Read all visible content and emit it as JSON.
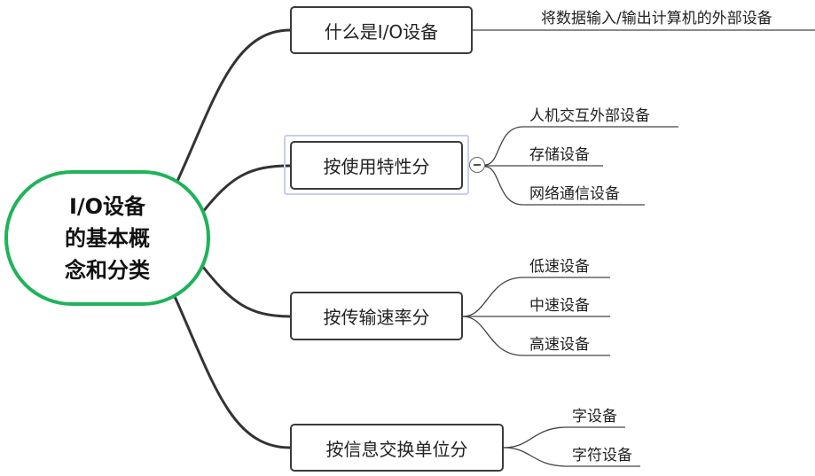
{
  "root": {
    "line1": "I/O设备",
    "line2": "的基本概",
    "line3": "念和分类"
  },
  "branches": [
    {
      "label": "什么是I/O设备",
      "children": [
        "将数据输入/输出计算机的外部设备"
      ]
    },
    {
      "label": "按使用特性分",
      "selected": true,
      "children": [
        "人机交互外部设备",
        "存储设备",
        "网络通信设备"
      ]
    },
    {
      "label": "按传输速率分",
      "children": [
        "低速设备",
        "中速设备",
        "高速设备"
      ]
    },
    {
      "label": "按信息交换单位分",
      "children": [
        "字设备",
        "字符设备"
      ]
    }
  ],
  "colors": {
    "root_border": "#1fb35a",
    "line": "#333333",
    "selection": "#c9cdf0"
  }
}
